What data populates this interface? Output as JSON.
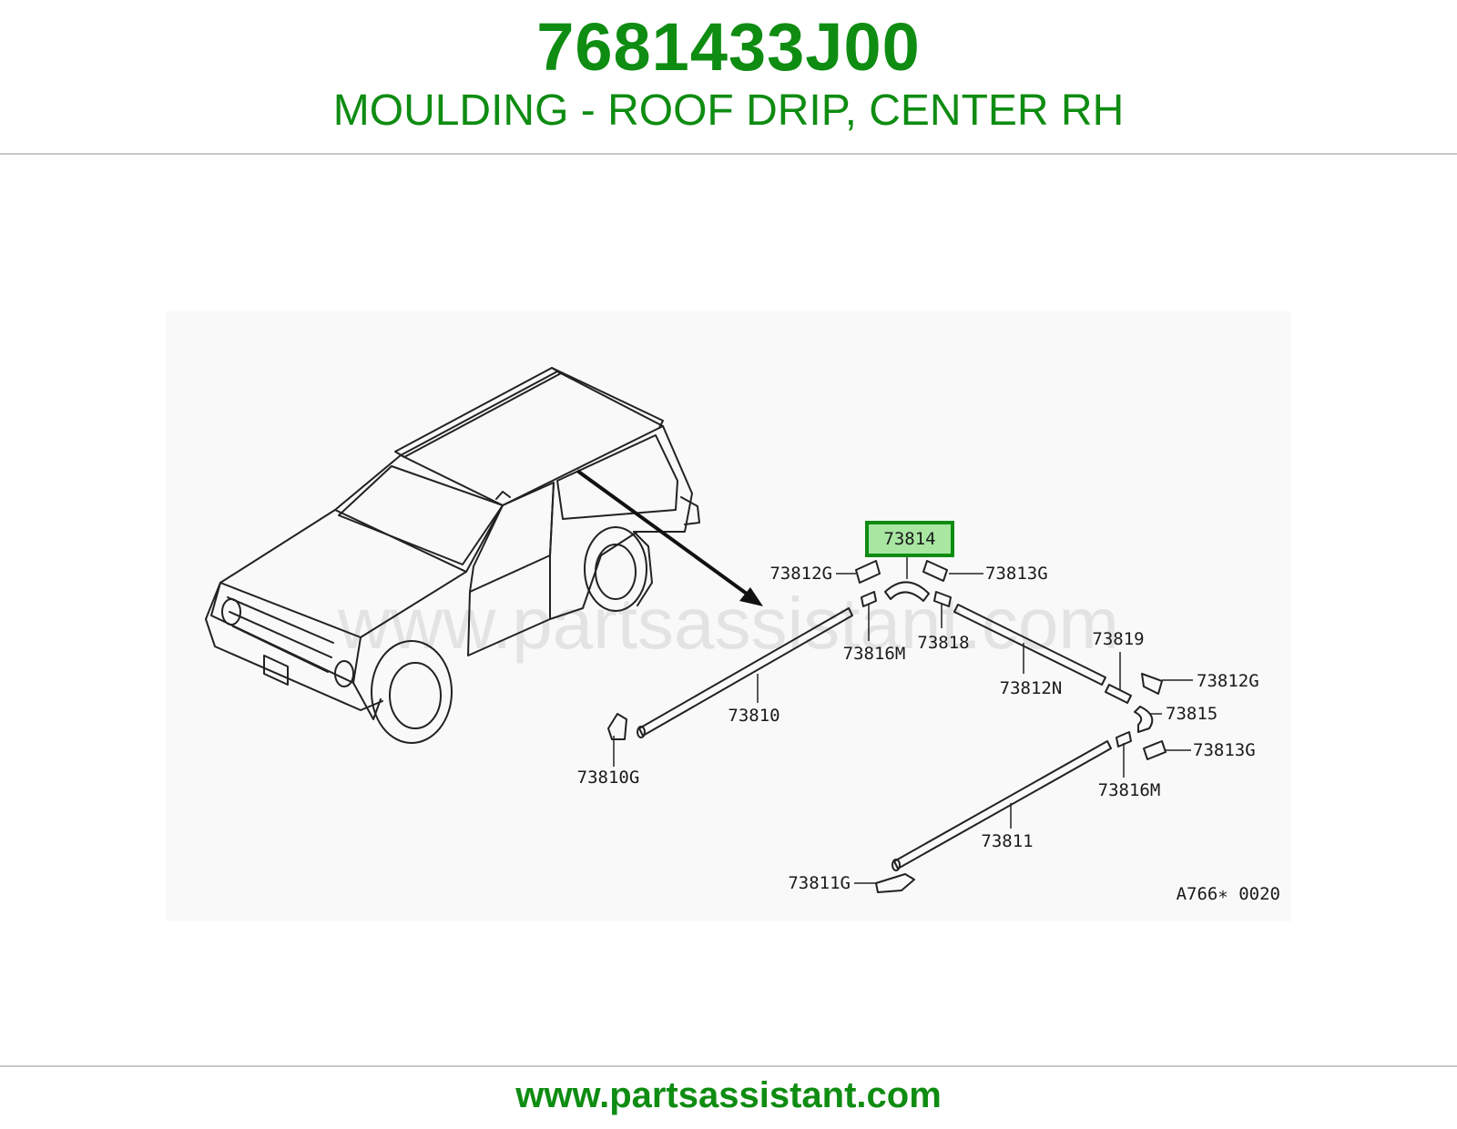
{
  "header": {
    "part_number": "7681433J00",
    "description": "MOULDING - ROOF DRIP, CENTER RH"
  },
  "diagram": {
    "watermark": "www.partsassistant.com",
    "figure_code": "A766∗ 0020",
    "highlight_color": "#0f8c12",
    "callouts": {
      "c73814": "73814",
      "c73812G_a": "73812G",
      "c73813G_a": "73813G",
      "c73816M_a": "73816M",
      "c73818": "73818",
      "c73819": "73819",
      "c73812N": "73812N",
      "c73812G_b": "73812G",
      "c73815": "73815",
      "c73813G_b": "73813G",
      "c73816M_b": "73816M",
      "c73810": "73810",
      "c73810G": "73810G",
      "c73811": "73811",
      "c73811G": "73811G"
    }
  },
  "footer": {
    "url": "www.partsassistant.com"
  }
}
